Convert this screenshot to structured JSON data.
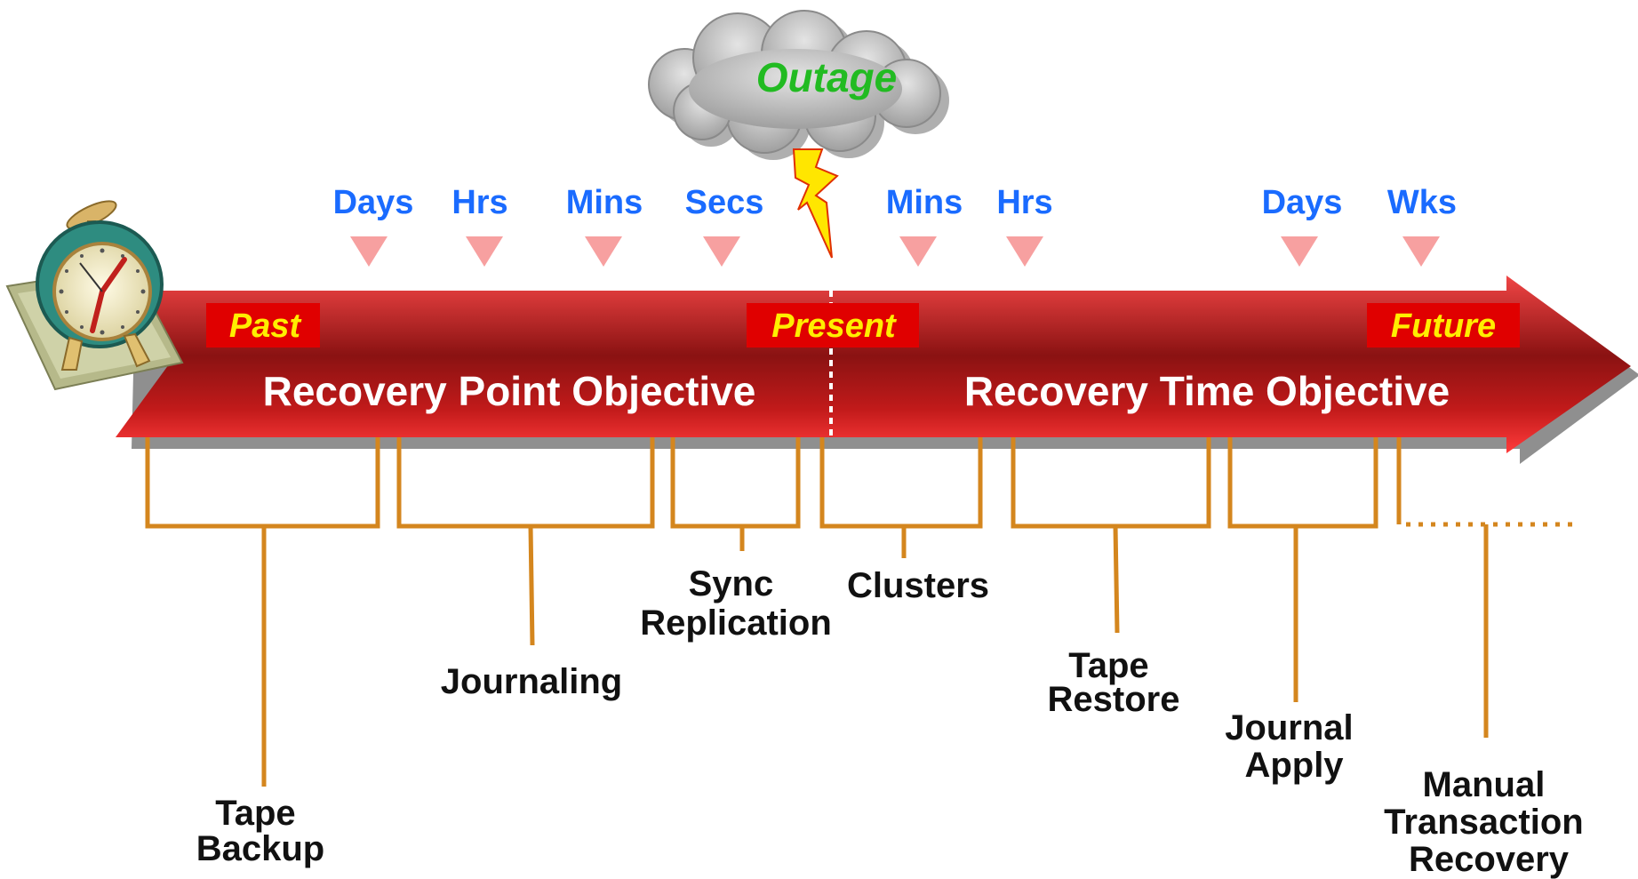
{
  "outage": {
    "label": "Outage",
    "color": "#22bb22"
  },
  "time_scale": {
    "color": "#1a6bff",
    "marker_color": "#f7a0a0",
    "left": [
      "Days",
      "Hrs",
      "Mins",
      "Secs"
    ],
    "right": [
      "Mins",
      "Hrs",
      "Days",
      "Wks"
    ]
  },
  "arrow": {
    "past_label": "Past",
    "present_label": "Present",
    "future_label": "Future",
    "rpo_label": "Recovery Point Objective",
    "rto_label": "Recovery Time Objective",
    "tag_text_color": "#ffee00",
    "tag_bg_color": "#e00000"
  },
  "techniques": {
    "bracket_color": "#d4861e",
    "items": [
      {
        "id": "tape-backup",
        "lines": [
          "Tape",
          "Backup"
        ]
      },
      {
        "id": "journaling",
        "lines": [
          "Journaling"
        ]
      },
      {
        "id": "sync-replication",
        "lines": [
          "Sync",
          "Replication"
        ]
      },
      {
        "id": "clusters",
        "lines": [
          "Clusters"
        ]
      },
      {
        "id": "tape-restore",
        "lines": [
          "Tape",
          "Restore"
        ]
      },
      {
        "id": "journal-apply",
        "lines": [
          "Journal",
          "Apply"
        ]
      },
      {
        "id": "manual-transaction-recovery",
        "lines": [
          "Manual",
          "Transaction",
          "Recovery"
        ]
      }
    ]
  }
}
